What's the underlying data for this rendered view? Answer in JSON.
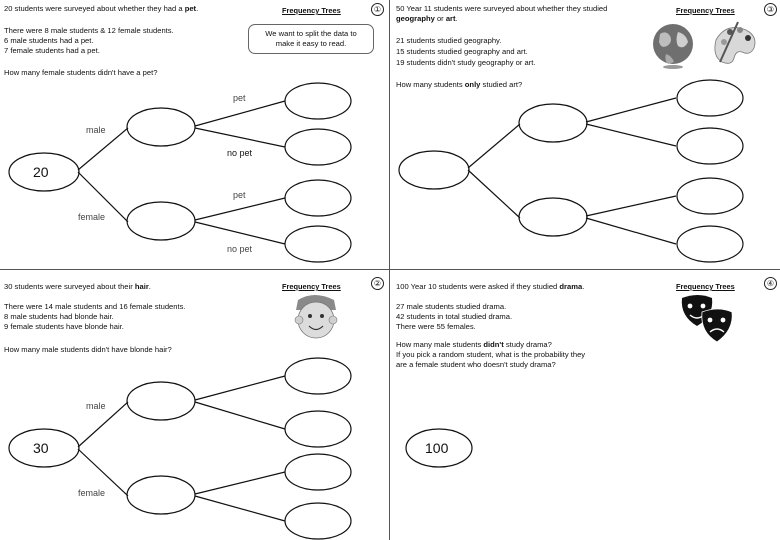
{
  "heading": "Frequency Trees",
  "q1": {
    "number": "①",
    "title_pre": "20 students were surveyed about whether they had a ",
    "title_bold": "pet",
    "title_post": ".",
    "lines": [
      "There were 8 male students & 12 female students.",
      "6 male students had a pet.",
      "7 female students had a pet."
    ],
    "question": "How many female students didn't have a pet?",
    "callout": "We want to split the data to make it easy to read.",
    "root_value": "20",
    "branch_labels": [
      "male",
      "female"
    ],
    "leaf_labels": [
      "pet",
      "no pet",
      "pet",
      "no pet"
    ]
  },
  "q3": {
    "number": "③",
    "title_pre": "50 Year 11 students were surveyed about whether they studied ",
    "title_bold1": "geography",
    "title_mid": " or ",
    "title_bold2": "art",
    "title_post": ".",
    "lines": [
      "21 students studied geography.",
      "15 students studied geography and art.",
      "19 students didn't study geography or art."
    ],
    "question_pre": "How many students ",
    "question_bold": "only",
    "question_post": " studied art?",
    "icon_globe": "globe-icon",
    "icon_palette": "paint-palette-icon"
  },
  "q2": {
    "number": "②",
    "title_pre": "30 students were surveyed about their ",
    "title_bold": "hair",
    "title_post": ".",
    "lines": [
      "There were 14 male students and 16 female students.",
      "8 male students had blonde hair.",
      "9 female students have blonde hair."
    ],
    "question": "How many male students didn't have blonde hair?",
    "root_value": "30",
    "branch_labels": [
      "male",
      "female"
    ],
    "icon_face": "cartoon-face-icon"
  },
  "q4": {
    "number": "④",
    "title_pre": "100 Year 10 students were asked if they studied ",
    "title_bold": "drama",
    "title_post": ".",
    "lines": [
      "27 male students studied drama.",
      "42 students in total studied drama.",
      "There were 55 females."
    ],
    "question1_pre": "How many male students ",
    "question1_bold": "didn't",
    "question1_post": " study drama?",
    "question2": "If you pick a random student, what is the probability they",
    "question3": "are a female student who doesn't study drama?",
    "root_value": "100",
    "icon_masks": "drama-masks-icon"
  }
}
